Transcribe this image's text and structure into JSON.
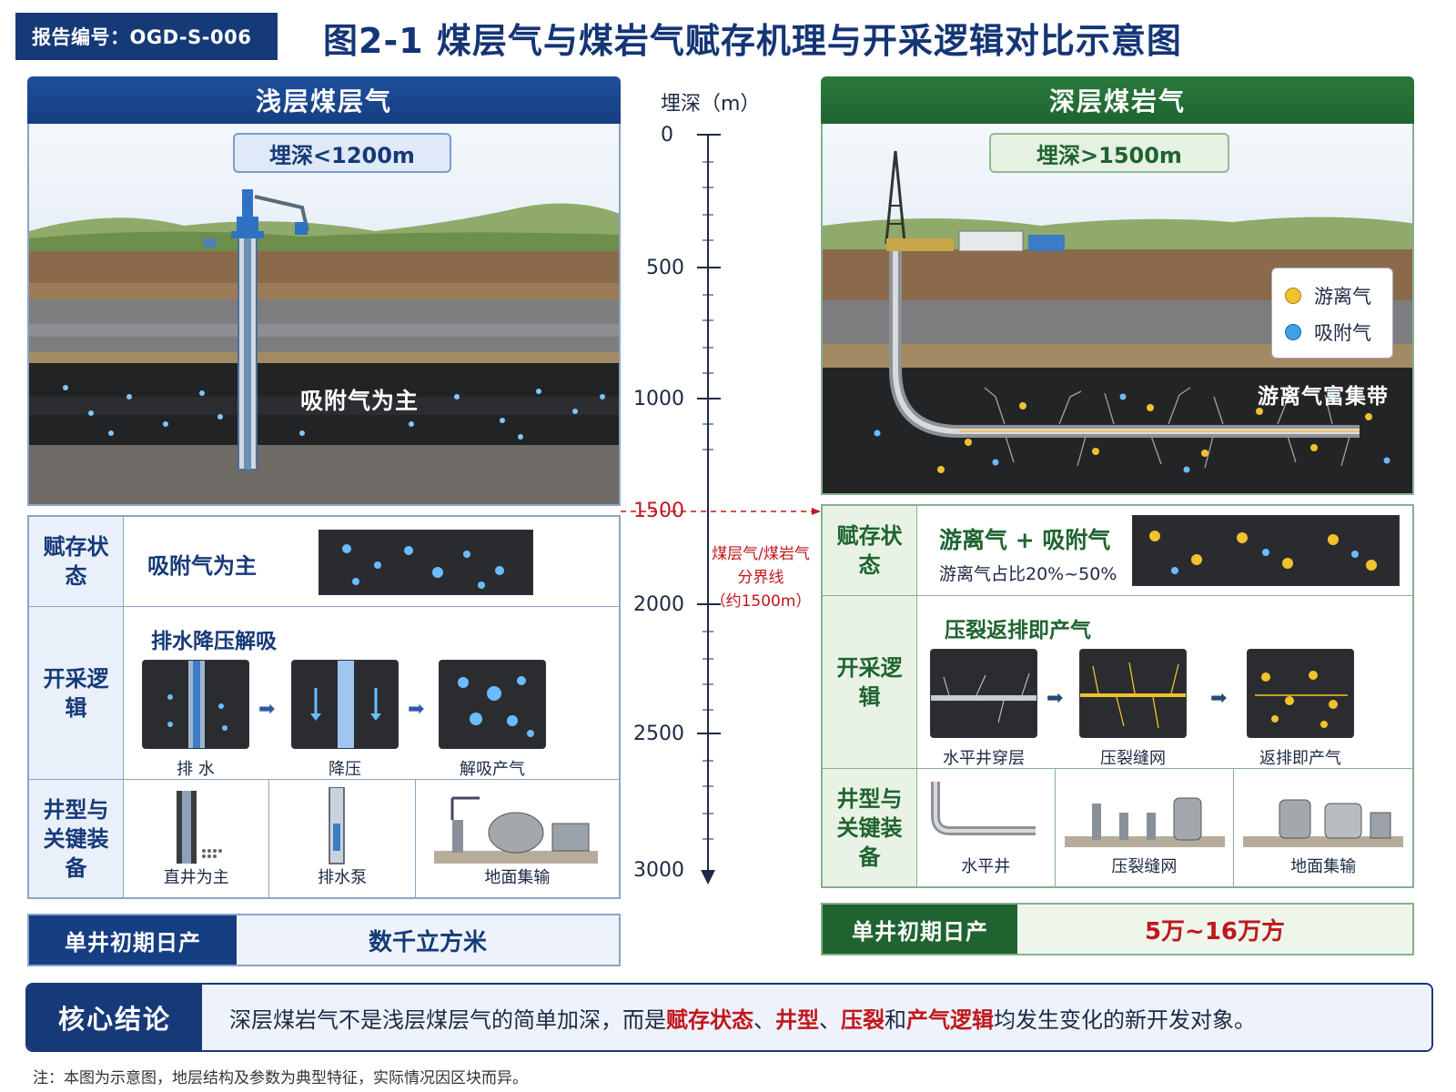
{
  "header": {
    "report_id": "报告编号：OGD-S-006",
    "title": "图2-1  煤层气与煤岩气赋存机理与开采逻辑对比示意图"
  },
  "left_panel": {
    "title": "浅层煤层气",
    "depth": "埋深<1200m",
    "scene_label": "吸附气为主",
    "rows": {
      "state_head": "赋存状态",
      "state_text": "吸附气为主",
      "logic_head": "开采逻辑",
      "logic_title": "排水降压解吸",
      "steps": [
        "排 水",
        "降压",
        "解吸产气"
      ],
      "equip_head": "井型与关键装备",
      "equipment": [
        "直井为主",
        "排水泵",
        "地面集输"
      ]
    },
    "production_head": "单井初期日产",
    "production_value": "数千立方米"
  },
  "right_panel": {
    "title": "深层煤岩气",
    "depth": "埋深>1500m",
    "scene_label": "游离气富集带",
    "legend": [
      "游离气",
      "吸附气"
    ],
    "rows": {
      "state_head": "赋存状态",
      "state_text": "游离气 + 吸附气",
      "state_sub": "游离气占比20%~50%",
      "logic_head": "开采逻辑",
      "logic_title": "压裂返排即产气",
      "steps": [
        "水平井穿层",
        "压裂缝网",
        "返排即产气"
      ],
      "equip_head": "井型与关键装备",
      "equipment": [
        "水平井",
        "压裂缝网",
        "地面集输"
      ]
    },
    "production_head": "单井初期日产",
    "production_value": "5万~16万方"
  },
  "depth_axis": {
    "title": "埋深（m）",
    "ticks": [
      "0",
      "500",
      "1000",
      "1500",
      "2000",
      "2500",
      "3000"
    ],
    "boundary_note": [
      "煤层气/煤岩气",
      "分界线",
      "（约1500m）"
    ]
  },
  "conclusion": {
    "head": "核心结论",
    "parts": [
      "深层煤岩气不是浅层煤层气的简单加深，而是",
      "赋存状态",
      "、",
      "井型",
      "、",
      "压裂",
      "和",
      "产气逻辑",
      "均发生变化的新开发对象。"
    ]
  },
  "footnote": "注：本图为示意图，地层结构及参数为典型特征，实际情况因区块而异。",
  "colors": {
    "navy": "#163a78",
    "green": "#1f6430",
    "red": "#c0171c",
    "free_gas": "#f2c12e",
    "adsorbed_gas": "#3fa0e8"
  }
}
